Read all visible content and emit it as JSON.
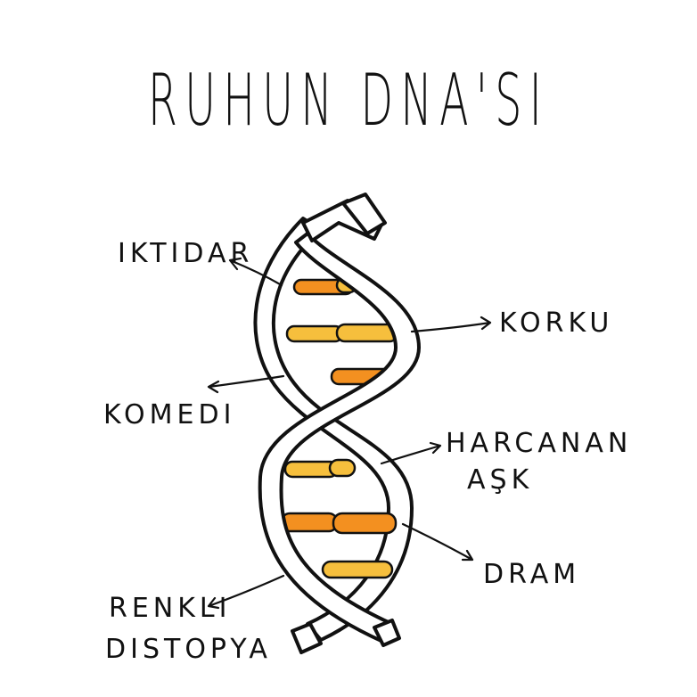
{
  "title": "RUHUN DNA'SI",
  "labels": {
    "iktidar": "IKTIDAR",
    "korku": "KORKU",
    "komedi": "KOMEDI",
    "harcanan_line1": "HARCANAN",
    "harcanan_line2": "AŞK",
    "dram": "DRAM",
    "renkli_line1": "RENKLI",
    "renkli_line2": "DISTOPYA"
  },
  "colors": {
    "rung_dark": "#f39020",
    "rung_light": "#f6bf3d",
    "ink": "#111111"
  },
  "icons": [
    "dna-helix-icon",
    "arrow-icon"
  ]
}
